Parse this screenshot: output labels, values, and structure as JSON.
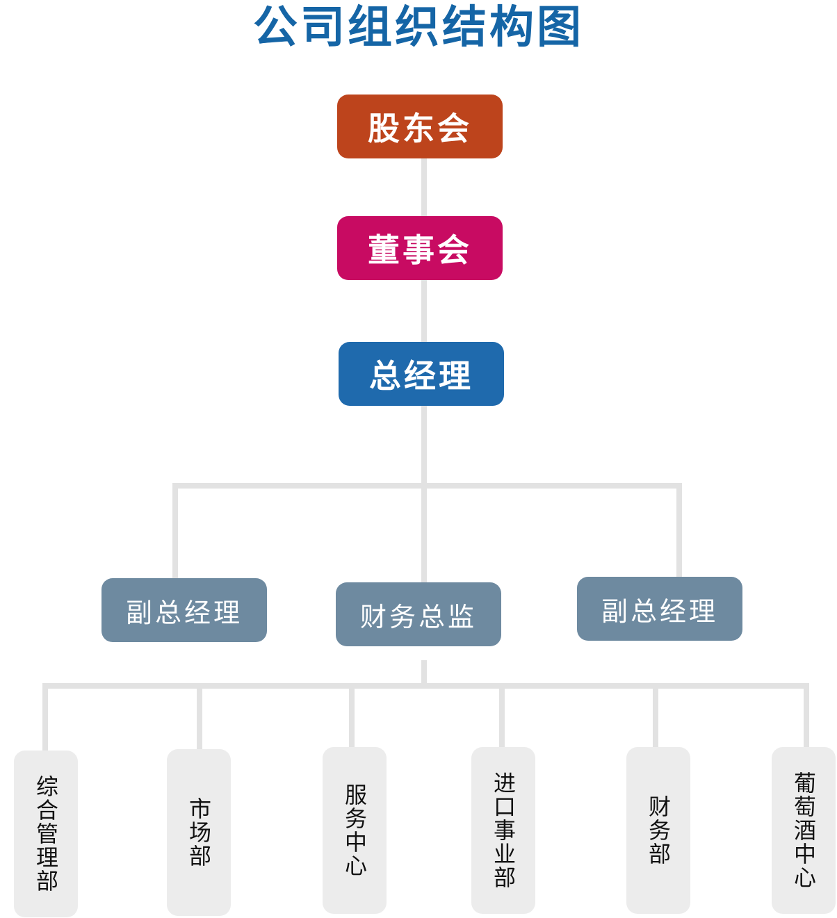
{
  "title": "公司组织结构图",
  "colors": {
    "title": "#1565a6",
    "shareholders": "#bd441c",
    "board": "#c80b62",
    "general_manager": "#1f6aad",
    "second_level": "#6e8aa0",
    "department": "#ececec",
    "connector": "#e2e2e2"
  },
  "levels": {
    "shareholders": "股东会",
    "board": "董事会",
    "general_manager": "总经理",
    "second_level": [
      "副总经理",
      "财务总监",
      "副总经理"
    ],
    "departments": [
      "综合管理部",
      "市场部",
      "服务中心",
      "进口事业部",
      "财务部",
      "葡萄酒中心"
    ]
  }
}
